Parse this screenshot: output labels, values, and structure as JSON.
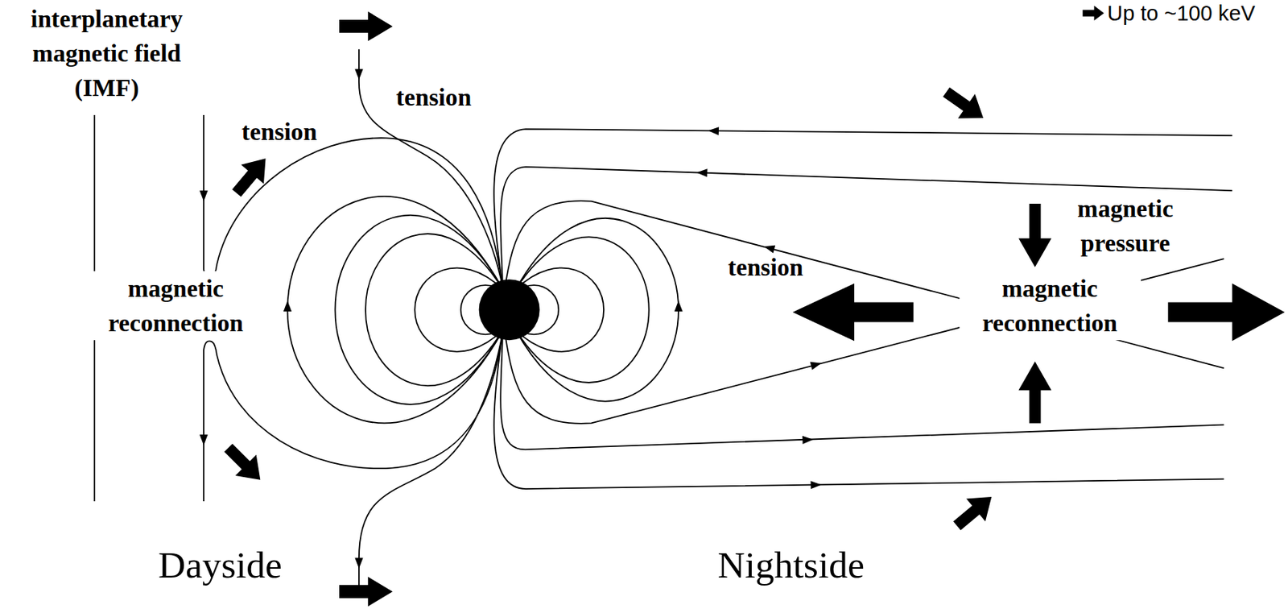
{
  "diagram": {
    "labels": [
      "interplanetary magnetic field (IMF)",
      "tension",
      "tension",
      "tension",
      "magnetic reconnection",
      "magnetic pressure",
      "magnetic reconnection",
      "Dayside",
      "Nightside",
      "Up to ~100 keV"
    ]
  }
}
